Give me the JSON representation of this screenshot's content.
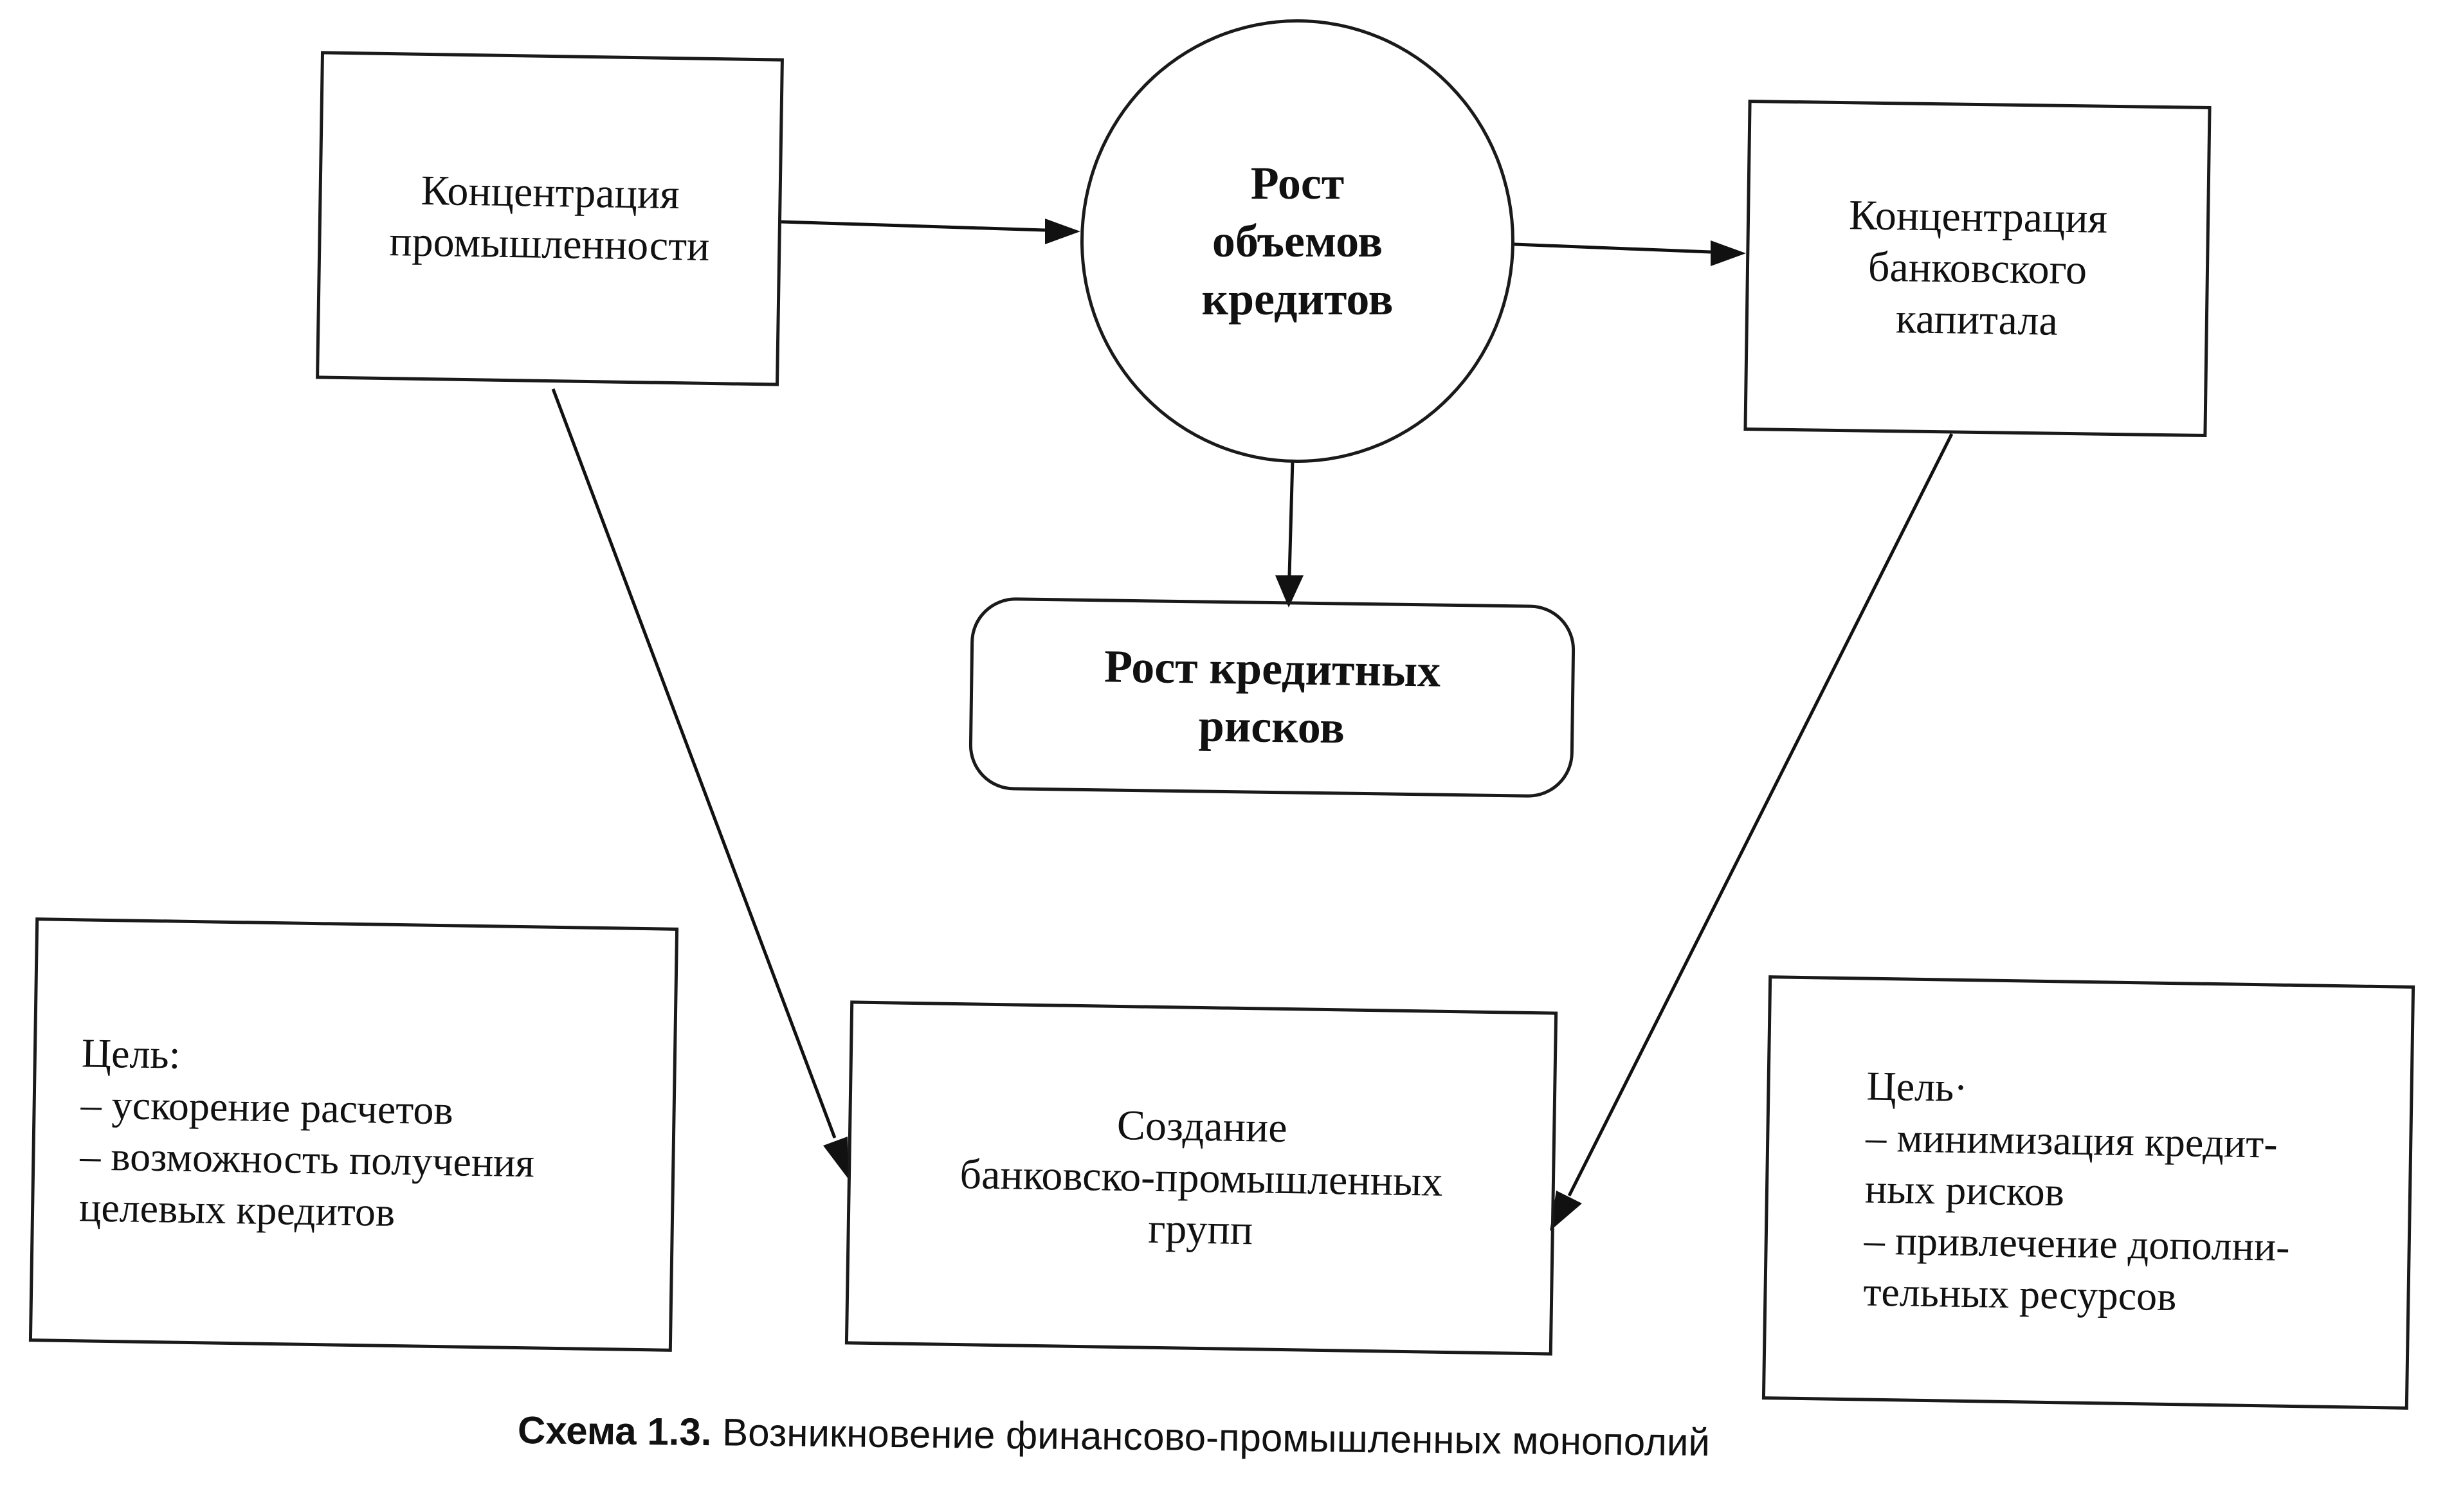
{
  "nodes": {
    "industry_concentration": [
      "Концентрация",
      "промышленности"
    ],
    "credit_growth": [
      "Рост",
      "объемов",
      "кредитов"
    ],
    "bank_concentration": [
      "Концентрация",
      "банковского",
      "капитала"
    ],
    "credit_risk_growth": [
      "Рост кредитных",
      "рисков"
    ],
    "bank_industrial_groups": [
      "Создание",
      "банковско-промышленных",
      "групп"
    ]
  },
  "goals": {
    "left": {
      "title": "Цель:",
      "lines": [
        "– ускорение расчетов",
        "– возможность получения",
        "целевых кредитов"
      ]
    },
    "right": {
      "title": "Цель·",
      "lines": [
        "– минимизация кредит-",
        "ных рисков",
        "– привлечение дополни-",
        "тельных ресурсов"
      ]
    }
  },
  "caption": {
    "label": "Схема 1.3.",
    "text": "Возникновение финансово-промышленных монополий"
  }
}
